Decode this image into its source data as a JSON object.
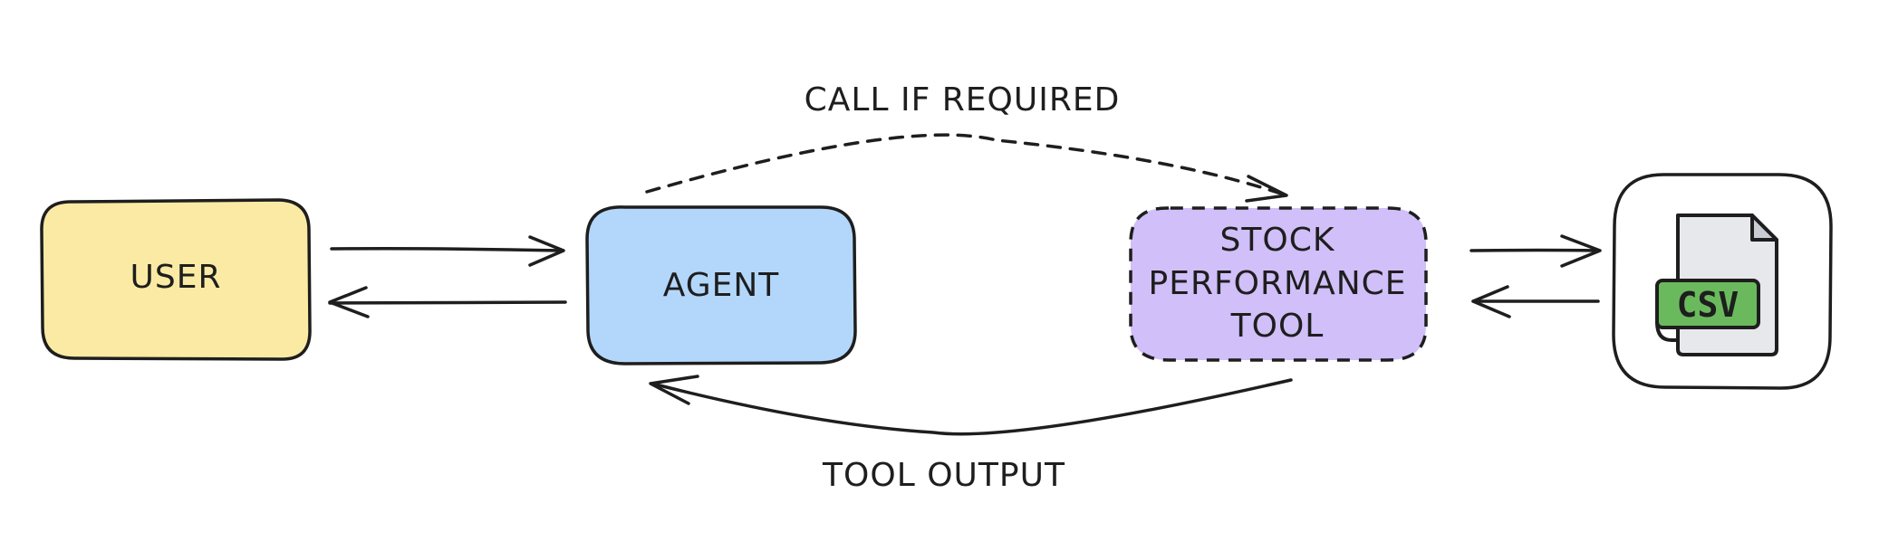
{
  "nodes": {
    "user": {
      "label": "USER",
      "color": "#fbeaa3"
    },
    "agent": {
      "label": "AGENT",
      "color": "#b3d7fb"
    },
    "tool": {
      "lines": [
        "STOCK",
        "PERFORMANCE",
        "TOOL"
      ],
      "color": "#d0bff8"
    },
    "csv": {
      "label": "CSV",
      "icon": "csv-file-icon",
      "badge_color": "#6aba5d",
      "paper_color": "#e6e8ec"
    }
  },
  "edges": {
    "call_label": "CALL IF REQUIRED",
    "output_label": "TOOL OUTPUT"
  },
  "stroke_color": "#1e1e1e"
}
